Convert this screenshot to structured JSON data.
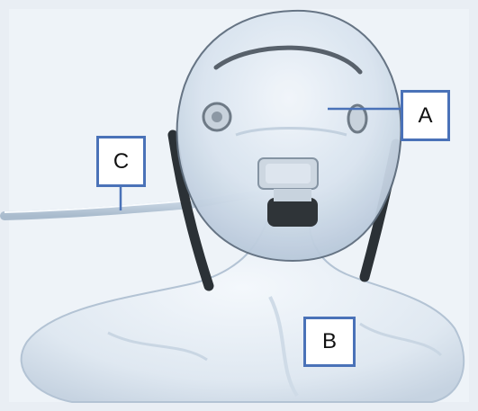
{
  "labels": {
    "a": "A",
    "b": "B",
    "c": "C"
  },
  "colors": {
    "label_border": "#4a72b8",
    "background": "#ffffff",
    "mask": "#d6e2ee"
  }
}
